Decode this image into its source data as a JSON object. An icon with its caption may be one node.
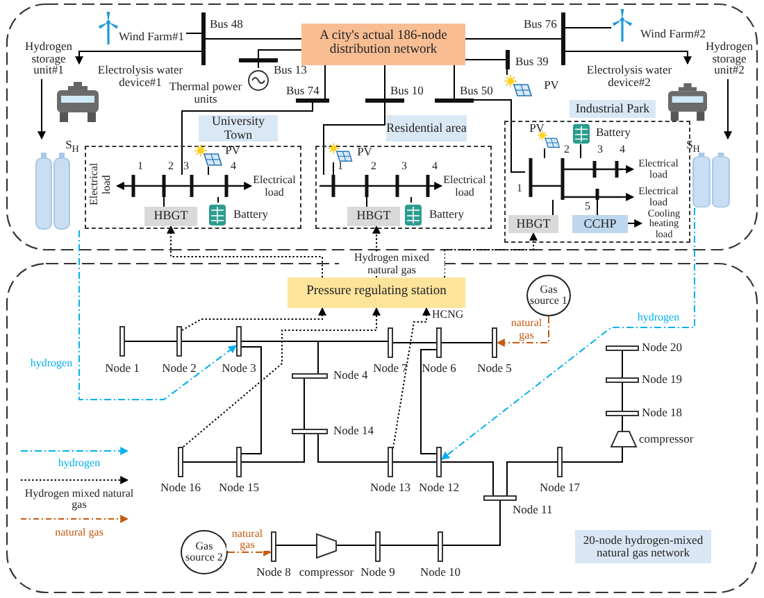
{
  "diagram": {
    "nodes": [
      {
        "text": [
          "A city's actual 186-node distribution network"
        ]
      },
      {
        "text": [],
        "shape": "bar",
        "beside": [
          "Bus 48"
        ]
      },
      {
        "text": [],
        "shape": "bar",
        "beside": [
          "Bus 13"
        ]
      },
      {
        "text": [],
        "shape": "bar",
        "beside": [
          "Bus 74"
        ]
      },
      {
        "text": [],
        "shape": "bar",
        "beside": [
          "Bus 10"
        ]
      },
      {
        "text": [],
        "shape": "bar",
        "beside": [
          "Bus 50"
        ]
      },
      {
        "text": [],
        "shape": "bar",
        "beside": [
          "Bus 76"
        ]
      },
      {
        "text": [],
        "shape": "bar",
        "beside": [
          "Bus 39"
        ]
      },
      {
        "text": [
          "Wind Farm#1"
        ]
      },
      {
        "text": [
          "Wind Farm#2"
        ]
      },
      {
        "text": [
          "Thermal power units"
        ]
      },
      {
        "text": [
          "Electrolysis water device#1"
        ]
      },
      {
        "text": [
          "Electrolysis water device#2"
        ]
      },
      {
        "text": [
          "Hydrogen storage unit#1"
        ]
      },
      {
        "text": [
          "S$_{H}$"
        ]
      },
      {
        "text": [
          "Hydrogen storage unit#2"
        ]
      },
      {
        "text": [
          "S$_{H}$"
        ]
      },
      {
        "text": [
          "University Town"
        ]
      },
      {
        "text": [],
        "shape": "bar",
        "in": 17,
        "beside": [
          "1",
          "2",
          "3",
          "4"
        ]
      },
      {
        "text": [
          "Electrical load"
        ],
        "in": 17
      },
      {
        "text": [
          "Electrical load"
        ],
        "in": 17
      },
      {
        "text": [
          "HBGT"
        ],
        "in": 17
      },
      {
        "text": [
          "Battery"
        ],
        "in": 17
      },
      {
        "text": [
          "PV"
        ],
        "in": 17
      },
      {
        "text": [
          "Residential area"
        ]
      },
      {
        "text": [],
        "shape": "bar",
        "in": 24,
        "beside": [
          "1",
          "2",
          "3",
          "4"
        ]
      },
      {
        "text": [
          "Electrical load"
        ],
        "in": 24
      },
      {
        "text": [
          "HBGT"
        ],
        "in": 24
      },
      {
        "text": [
          "Battery"
        ],
        "in": 24
      },
      {
        "text": [
          "PV"
        ],
        "in": 24
      },
      {
        "text": [
          "Industrial Park"
        ]
      },
      {
        "text": [],
        "shape": "bar",
        "in": 30,
        "beside": [
          "1",
          "2",
          "3",
          "4",
          "5"
        ]
      },
      {
        "text": [
          "Electrical load"
        ],
        "in": 30
      },
      {
        "text": [
          "Electrical load"
        ],
        "in": 30
      },
      {
        "text": [
          "Cooling heating load"
        ],
        "in": 30
      },
      {
        "text": [
          "HBGT"
        ],
        "in": 30
      },
      {
        "text": [
          "CCHP"
        ],
        "in": 30
      },
      {
        "text": [
          "Battery"
        ],
        "in": 30
      },
      {
        "text": [
          "PV"
        ],
        "in": 30
      },
      {
        "text": [
          "PV"
        ]
      },
      {
        "text": [
          "Pressure regulating station"
        ]
      },
      {
        "text": [
          "Gas source 1"
        ]
      },
      {
        "text": [
          "Gas source 2"
        ]
      },
      {
        "text": [],
        "shape": "bar",
        "beside": [
          "Node 1"
        ]
      },
      {
        "text": [],
        "shape": "bar",
        "beside": [
          "Node 2"
        ]
      },
      {
        "text": [],
        "shape": "bar",
        "beside": [
          "Node 3"
        ]
      },
      {
        "text": [],
        "shape": "bar",
        "beside": [
          "Node 4"
        ]
      },
      {
        "text": [],
        "shape": "bar",
        "beside": [
          "Node 5"
        ]
      },
      {
        "text": [],
        "shape": "bar",
        "beside": [
          "Node 6"
        ]
      },
      {
        "text": [],
        "shape": "bar",
        "beside": [
          "Node 7"
        ]
      },
      {
        "text": [],
        "shape": "bar",
        "beside": [
          "Node 8"
        ]
      },
      {
        "text": [],
        "shape": "bar",
        "beside": [
          "Node 9"
        ]
      },
      {
        "text": [],
        "shape": "bar",
        "beside": [
          "Node 10"
        ]
      },
      {
        "text": [],
        "shape": "bar",
        "beside": [
          "Node 11"
        ]
      },
      {
        "text": [],
        "shape": "bar",
        "beside": [
          "Node 12"
        ]
      },
      {
        "text": [],
        "shape": "bar",
        "beside": [
          "Node 13"
        ]
      },
      {
        "text": [],
        "shape": "bar",
        "beside": [
          "Node 14"
        ]
      },
      {
        "text": [],
        "shape": "bar",
        "beside": [
          "Node 15"
        ]
      },
      {
        "text": [],
        "shape": "bar",
        "beside": [
          "Node 16"
        ]
      },
      {
        "text": [],
        "shape": "bar",
        "beside": [
          "Node 17"
        ]
      },
      {
        "text": [],
        "shape": "bar",
        "beside": [
          "Node 18"
        ]
      },
      {
        "text": [],
        "shape": "bar",
        "beside": [
          "Node 19"
        ]
      },
      {
        "text": [],
        "shape": "bar",
        "beside": [
          "Node 20"
        ]
      },
      {
        "text": [],
        "shape": "trapezoid",
        "beside": [
          "compressor"
        ]
      },
      {
        "text": [],
        "shape": "trapezoid",
        "beside": [
          "compressor"
        ]
      },
      {
        "text": [
          "20-node hydrogen-mixed natural gas network"
        ]
      }
    ],
    "edges": [
      {
        "from": 1,
        "to": 0,
        "arrow": "none"
      },
      {
        "from": 8,
        "to": 1,
        "arrow": "none"
      },
      {
        "from": 1,
        "to": 11,
        "arrow": "to"
      },
      {
        "from": 2,
        "to": 0,
        "arrow": "none"
      },
      {
        "from": 10,
        "to": 2,
        "arrow": "none"
      },
      {
        "from": 0,
        "to": 3,
        "arrow": "none"
      },
      {
        "from": 0,
        "to": 4,
        "arrow": "none"
      },
      {
        "from": 0,
        "to": 5,
        "arrow": "none"
      },
      {
        "from": 0,
        "to": 6,
        "arrow": "none"
      },
      {
        "from": 0,
        "to": 7,
        "arrow": "none"
      },
      {
        "from": 9,
        "to": 6,
        "arrow": "none"
      },
      {
        "from": 6,
        "to": 12,
        "arrow": "to"
      },
      {
        "from": 7,
        "to": 39,
        "arrow": "none"
      },
      {
        "from": 13,
        "to": 14,
        "arrow": "to"
      },
      {
        "from": 15,
        "to": 16,
        "arrow": "to"
      },
      {
        "from": 3,
        "to": 18,
        "arrow": "none"
      },
      {
        "from": 4,
        "to": 25,
        "arrow": "none"
      },
      {
        "from": 5,
        "to": 31,
        "arrow": "none"
      },
      {
        "from": 18,
        "to": 19,
        "arrow": "to"
      },
      {
        "from": 18,
        "to": 20,
        "arrow": "to"
      },
      {
        "from": 21,
        "to": 18,
        "arrow": "none"
      },
      {
        "from": 22,
        "to": 18,
        "arrow": "none"
      },
      {
        "from": 23,
        "to": 18,
        "arrow": "none"
      },
      {
        "from": 25,
        "to": 26,
        "arrow": "to"
      },
      {
        "from": 27,
        "to": 25,
        "arrow": "none"
      },
      {
        "from": 28,
        "to": 25,
        "arrow": "none"
      },
      {
        "from": 29,
        "to": 25,
        "arrow": "none"
      },
      {
        "from": 31,
        "to": 32,
        "arrow": "to"
      },
      {
        "from": 31,
        "to": 33,
        "arrow": "to"
      },
      {
        "from": 36,
        "to": 34,
        "arrow": "to"
      },
      {
        "from": 35,
        "to": 31,
        "arrow": "none"
      },
      {
        "from": 36,
        "to": 31,
        "arrow": "none"
      },
      {
        "from": 37,
        "to": 31,
        "arrow": "none"
      },
      {
        "from": 38,
        "to": 31,
        "arrow": "none"
      },
      {
        "from": 40,
        "to": 21,
        "arrow": "to",
        "style": "dashed"
      },
      {
        "from": 40,
        "to": 27,
        "arrow": "to",
        "style": "dashed",
        "label": "Hydrogen mixed natural gas"
      },
      {
        "from": 40,
        "to": 35,
        "arrow": "to",
        "style": "dashed"
      },
      {
        "from": 44,
        "to": 40,
        "arrow": "to",
        "style": "dashed"
      },
      {
        "from": 58,
        "to": 40,
        "arrow": "to",
        "style": "dashed"
      },
      {
        "from": 55,
        "to": 40,
        "arrow": "to",
        "style": "dashed"
      },
      {
        "from": 14,
        "to": 45,
        "arrow": "to",
        "style": "dashed",
        "color": "#00b0f0",
        "label": "hydrogen"
      },
      {
        "from": 16,
        "to": 54,
        "arrow": "to",
        "style": "dashed",
        "color": "#00b0f0",
        "label": "hydrogen"
      },
      {
        "from": 41,
        "to": 47,
        "arrow": "to",
        "style": "dashed",
        "color": "#c55a11",
        "label": "natural gas"
      },
      {
        "from": 42,
        "to": 50,
        "arrow": "to",
        "style": "dashed",
        "color": "#c55a11",
        "label": "natural gas"
      },
      {
        "from": 43,
        "to": 44,
        "arrow": "none"
      },
      {
        "from": 44,
        "to": 45,
        "arrow": "none"
      },
      {
        "from": 45,
        "to": 49,
        "arrow": "none"
      },
      {
        "from": 46,
        "to": 49,
        "arrow": "none"
      },
      {
        "from": 49,
        "to": 48,
        "arrow": "none"
      },
      {
        "from": 48,
        "to": 47,
        "arrow": "none"
      },
      {
        "from": 46,
        "to": 56,
        "arrow": "none"
      },
      {
        "from": 56,
        "to": 57,
        "arrow": "none"
      },
      {
        "from": 56,
        "to": 55,
        "arrow": "none"
      },
      {
        "from": 45,
        "to": 57,
        "arrow": "none"
      },
      {
        "from": 58,
        "to": 57,
        "arrow": "none"
      },
      {
        "from": 55,
        "to": 54,
        "arrow": "none"
      },
      {
        "from": 48,
        "to": 54,
        "arrow": "none"
      },
      {
        "from": 54,
        "to": 53,
        "arrow": "none"
      },
      {
        "from": 53,
        "to": 52,
        "arrow": "none"
      },
      {
        "from": 52,
        "to": 51,
        "arrow": "none"
      },
      {
        "from": 51,
        "to": 63,
        "arrow": "none"
      },
      {
        "from": 63,
        "to": 50,
        "arrow": "none"
      },
      {
        "from": 53,
        "to": 59,
        "arrow": "none"
      },
      {
        "from": 59,
        "to": 64,
        "arrow": "none"
      },
      {
        "from": 64,
        "to": 60,
        "arrow": "none"
      },
      {
        "from": 60,
        "to": 61,
        "arrow": "none"
      },
      {
        "from": 61,
        "to": 62,
        "arrow": "none"
      }
    ],
    "labels": [
      "HCNG"
    ],
    "legend": [
      {
        "text": "hydrogen"
      },
      {
        "text": "Hydrogen mixed natural gas"
      },
      {
        "text": "natural gas"
      }
    ]
  }
}
